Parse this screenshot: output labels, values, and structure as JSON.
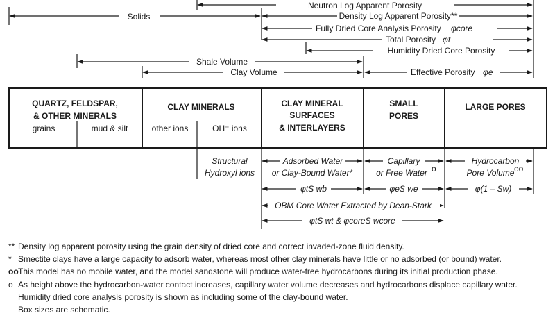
{
  "colors": {
    "ink": "#1a1a1a",
    "background": "#ffffff"
  },
  "top_labels": {
    "neutron": "Neutron Log Apparent Porosity",
    "solids": "Solids",
    "density": "Density Log Apparent Porosity**",
    "dried_core": "Fully Dried Core Analysis Porosity",
    "dried_core_sym": "φcore",
    "total": "Total Porosity",
    "total_sym": "φt",
    "humidity": "Humidity Dried Core Porosity",
    "shale": "Shale Volume",
    "clay": "Clay Volume",
    "effective": "Effective Porosity",
    "effective_sym": "φe"
  },
  "boxes": {
    "quartz_title_1": "QUARTZ, FELDSPAR,",
    "quartz_title_2": "& OTHER MINERALS",
    "grains": "grains",
    "mud_silt": "mud & silt",
    "clay_title": "CLAY MINERALS",
    "other_ions": "other ions",
    "oh_ions": "OH⁻ ions",
    "surfaces_1": "CLAY MINERAL",
    "surfaces_2": "SURFACES",
    "surfaces_3": "& INTERLAYERS",
    "small_1": "SMALL",
    "small_2": "PORES",
    "large": "LARGE PORES"
  },
  "lower_labels": {
    "structural_1": "Structural",
    "structural_2": "Hydroxyl ions",
    "adsorbed_1": "Adsorbed Water",
    "adsorbed_2": "or Clay-Bound Water*",
    "capillary_1": "Capillary",
    "capillary_2": "or Free Water",
    "capillary_mark": "o",
    "hydrocarbon_1": "Hydrocarbon",
    "hydrocarbon_2": "Pore Volume",
    "hydrocarbon_mark": "oo",
    "phit_swb": "φtS wb",
    "phie_swe": "φeS we",
    "phi_sw": "φ(1 – Sw)",
    "obm": "OBM Core Water Extracted by Dean-Stark",
    "phit_swt": "φtS wt & φcoreS wcore"
  },
  "notes": [
    {
      "mark": "**",
      "text": "Density log apparent porosity using the grain density of dried core and correct invaded-zone fluid density."
    },
    {
      "mark": "*",
      "text": "Smectite clays have a large capacity to adsorb water, whereas most other clay minerals have little or no adsorbed (or bound) water."
    },
    {
      "mark": "oo",
      "text": "This model has no mobile water, and the model sandstone will produce water-free hydrocarbons during its initial production phase."
    },
    {
      "mark": "o",
      "text": "As height above the hydrocarbon-water contact increases, capillary water volume decreases and hydrocarbons displace capillary water."
    },
    {
      "mark": "",
      "text": "Humidity dried core analysis porosity is shown as including some of the clay-bound water."
    },
    {
      "mark": "",
      "text": "Box sizes are schematic."
    }
  ]
}
